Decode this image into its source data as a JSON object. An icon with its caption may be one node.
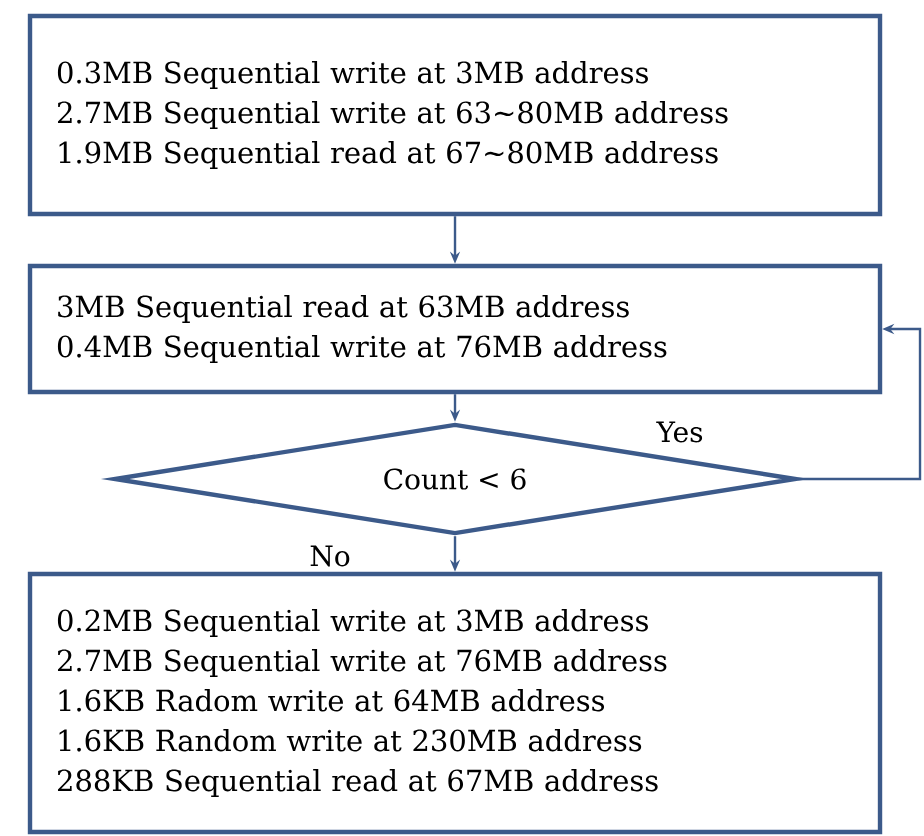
{
  "diagram": {
    "nodes": [
      {
        "text": [
          "0.3MB Sequential write at 3MB address",
          "2.7MB Sequential write at 63~80MB address",
          "1.9MB Sequential read  at  67~80MB address"
        ]
      },
      {
        "text": [
          "3MB Sequential read at 63MB address",
          "0.4MB Sequential write at 76MB address"
        ]
      },
      {
        "text": [
          "Count < 6"
        ]
      },
      {
        "text": [
          "0.2MB Sequential write at 3MB address",
          "2.7MB Sequential write at 76MB address",
          "1.6KB Radom write at  64MB address",
          "1.6KB Random write at 230MB address",
          "288KB Sequential read at 67MB address"
        ]
      }
    ],
    "edges": [
      {
        "from": 0,
        "to": 1,
        "arrow": "to"
      },
      {
        "from": 1,
        "to": 2,
        "arrow": "to"
      },
      {
        "from": 2,
        "to": 3,
        "arrow": "to",
        "label": "No"
      },
      {
        "from": 2,
        "to": 1,
        "arrow": "to",
        "label": "Yes"
      }
    ]
  }
}
